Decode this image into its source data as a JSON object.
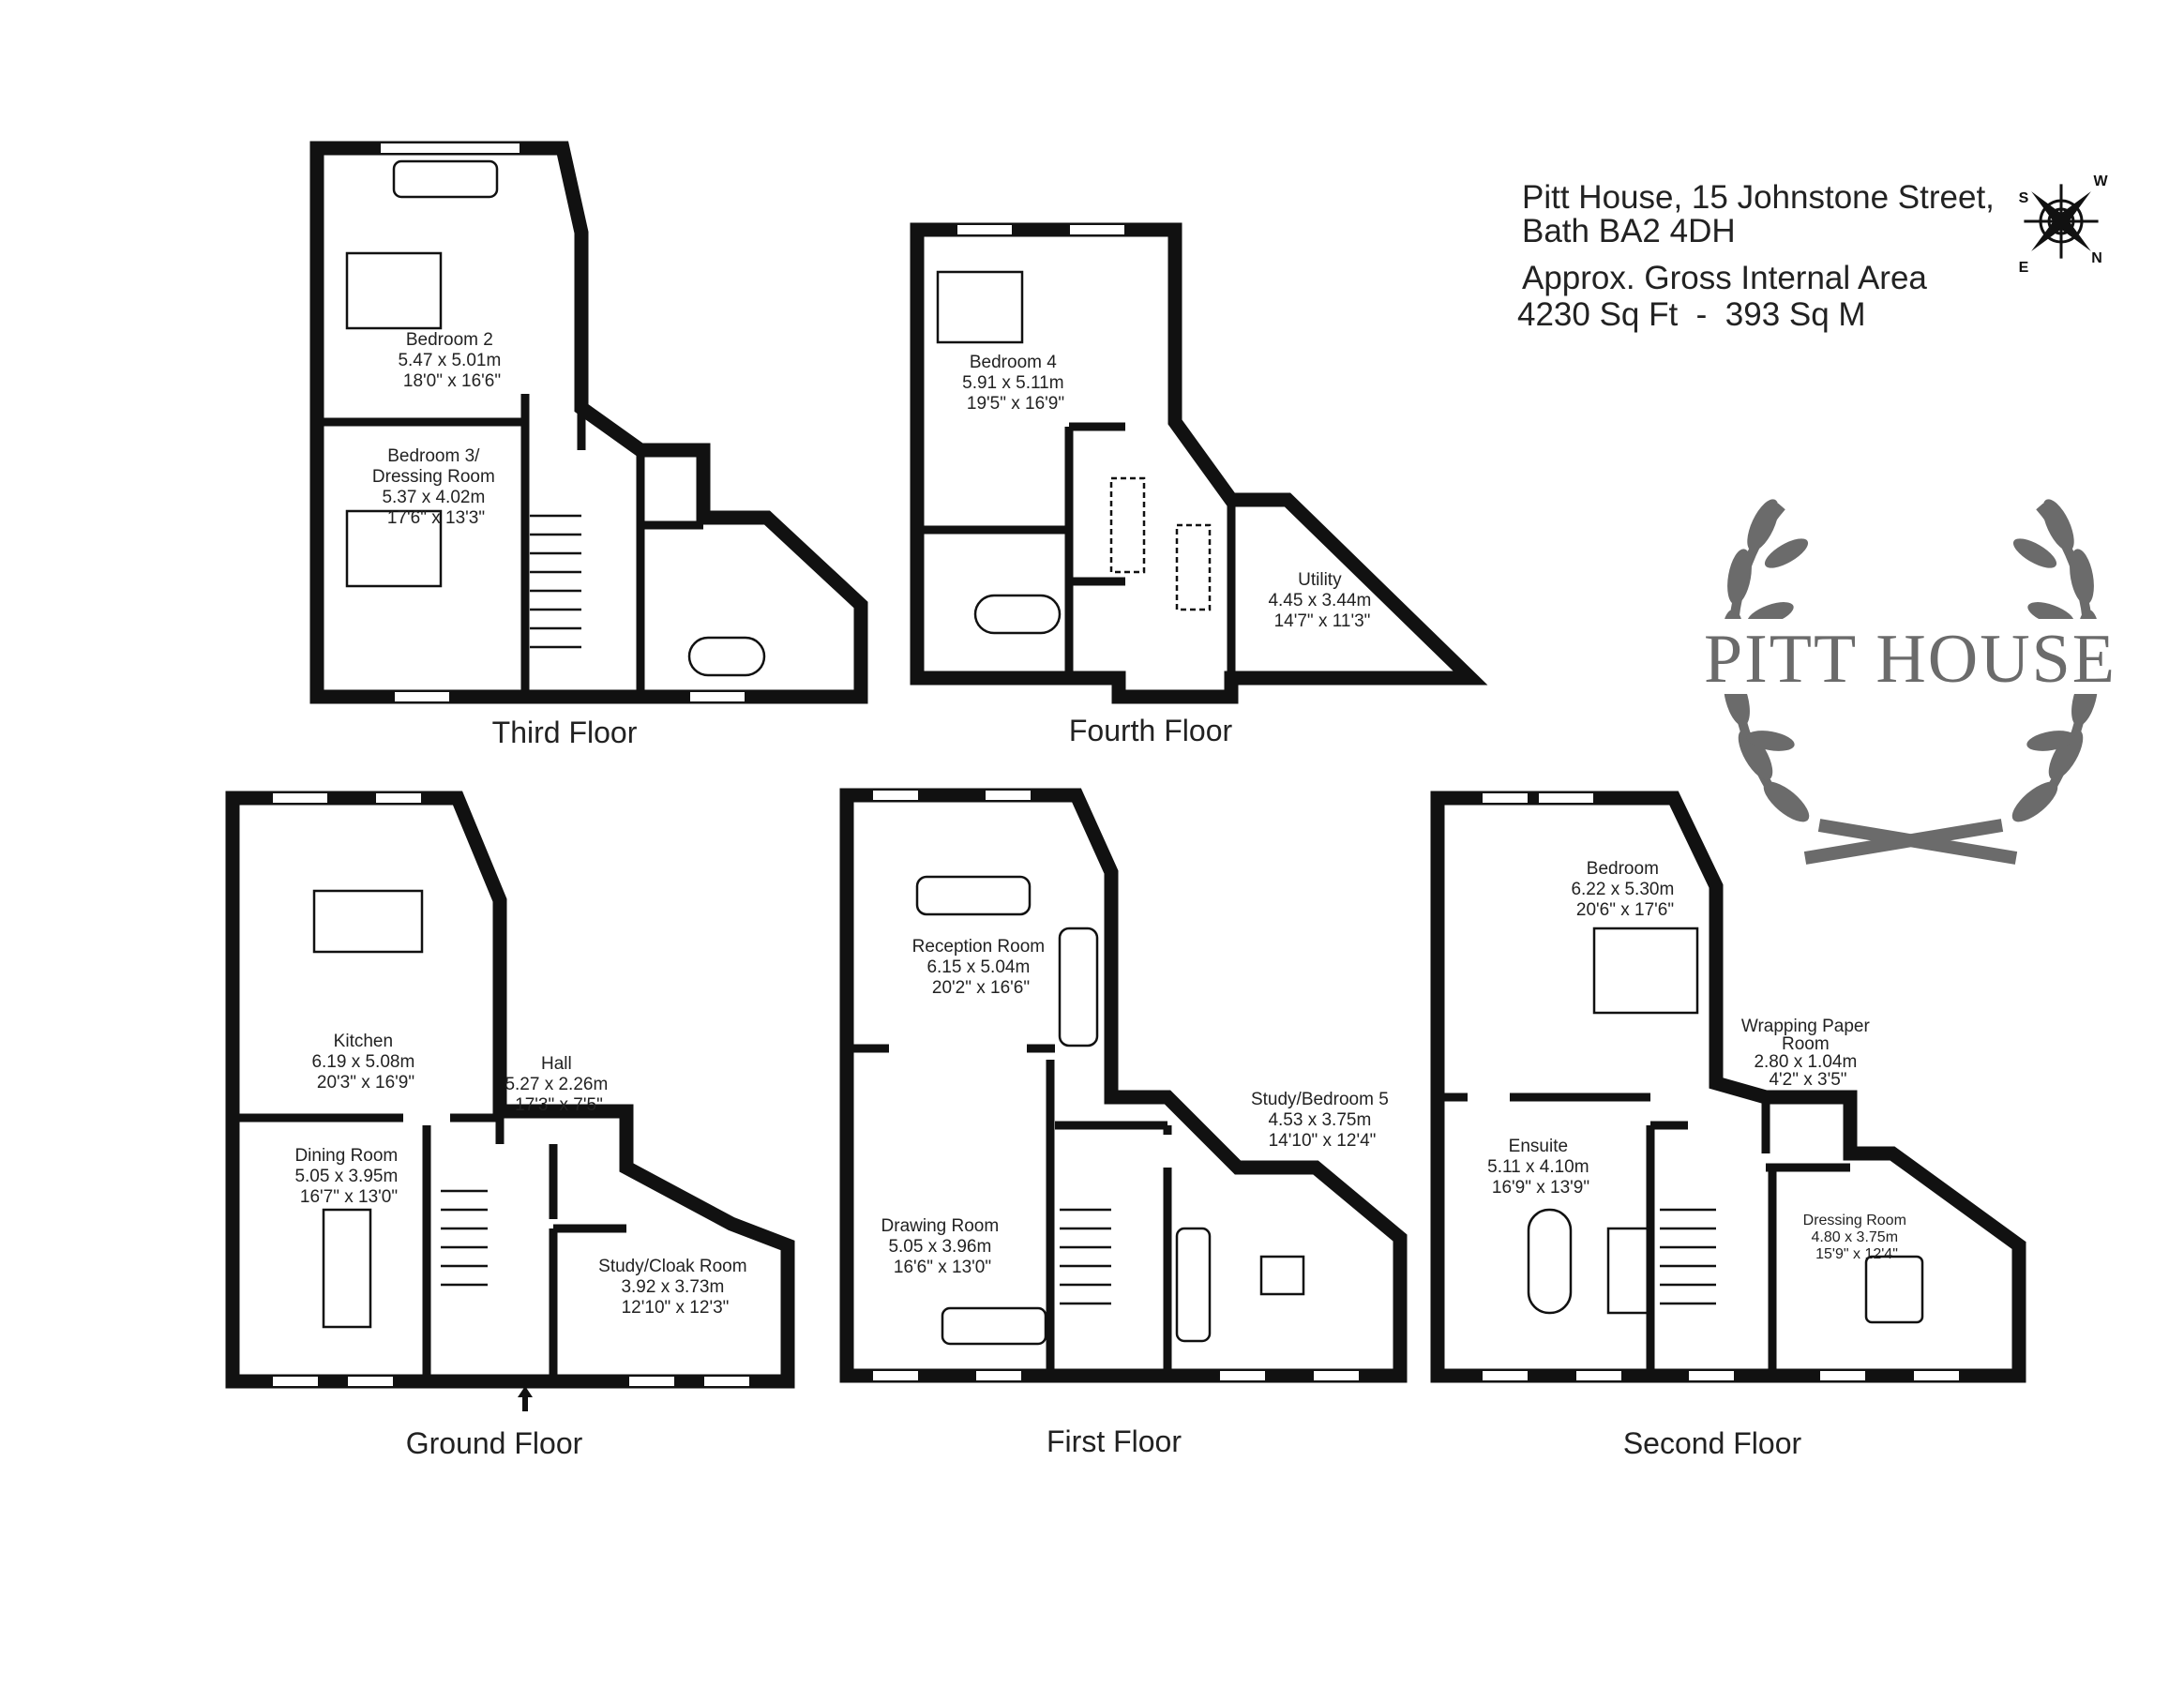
{
  "header": {
    "address_line1": "Pitt House, 15 Johnstone Street,",
    "address_line2": "Bath BA2 4DH",
    "area_label": "Approx. Gross Internal Area",
    "area_value": "4230 Sq Ft  -  393 Sq M"
  },
  "compass": {
    "icon": "compass-rose-icon",
    "labels": {
      "s": "S",
      "w": "W",
      "n": "N",
      "e": "E"
    }
  },
  "logo": {
    "text": "PITT HOUSE",
    "color": "#6b6b6b"
  },
  "floors": {
    "third": {
      "title": "Third Floor",
      "rooms": [
        {
          "name": "Bedroom 2",
          "metric": "5.47 x 5.01m",
          "imperial": "18'0\" x 16'6\""
        },
        {
          "name": "Bedroom 3/",
          "name2": "Dressing Room",
          "metric": "5.37 x 4.02m",
          "imperial": "17'6\" x 13'3\""
        }
      ]
    },
    "fourth": {
      "title": "Fourth Floor",
      "rooms": [
        {
          "name": "Bedroom 4",
          "metric": "5.91 x 5.11m",
          "imperial": "19'5\" x 16'9\""
        },
        {
          "name": "Utility",
          "metric": "4.45 x 3.44m",
          "imperial": "14'7\" x 11'3\""
        }
      ]
    },
    "ground": {
      "title": "Ground Floor",
      "rooms": [
        {
          "name": "Kitchen",
          "metric": "6.19 x 5.08m",
          "imperial": "20'3\" x 16'9\""
        },
        {
          "name": "Hall",
          "metric": "5.27 x 2.26m",
          "imperial": "17'3\" x 7'5\""
        },
        {
          "name": "Dining Room",
          "metric": "5.05 x 3.95m",
          "imperial": "16'7\" x 13'0\""
        },
        {
          "name": "Study/Cloak Room",
          "metric": "3.92 x 3.73m",
          "imperial": "12'10\" x 12'3\""
        }
      ]
    },
    "first": {
      "title": "First Floor",
      "rooms": [
        {
          "name": "Reception Room",
          "metric": "6.15 x 5.04m",
          "imperial": "20'2\" x 16'6\""
        },
        {
          "name": "Drawing Room",
          "metric": "5.05 x 3.96m",
          "imperial": "16'6\" x 13'0\""
        },
        {
          "name": "Study/Bedroom 5",
          "metric": "4.53 x 3.75m",
          "imperial": "14'10\" x 12'4\""
        }
      ]
    },
    "second": {
      "title": "Second Floor",
      "rooms": [
        {
          "name": "Bedroom",
          "metric": "6.22 x 5.30m",
          "imperial": "20'6\" x 17'6\""
        },
        {
          "name": "Wrapping Paper",
          "name2": "Room",
          "metric": "2.80 x 1.04m",
          "imperial": "4'2\" x 3'5\""
        },
        {
          "name": "Ensuite",
          "metric": "5.11 x 4.10m",
          "imperial": "16'9\" x 13'9\""
        },
        {
          "name": "Dressing Room",
          "metric": "4.80 x 3.75m",
          "imperial": "15'9\" x 12'4\""
        }
      ]
    }
  }
}
